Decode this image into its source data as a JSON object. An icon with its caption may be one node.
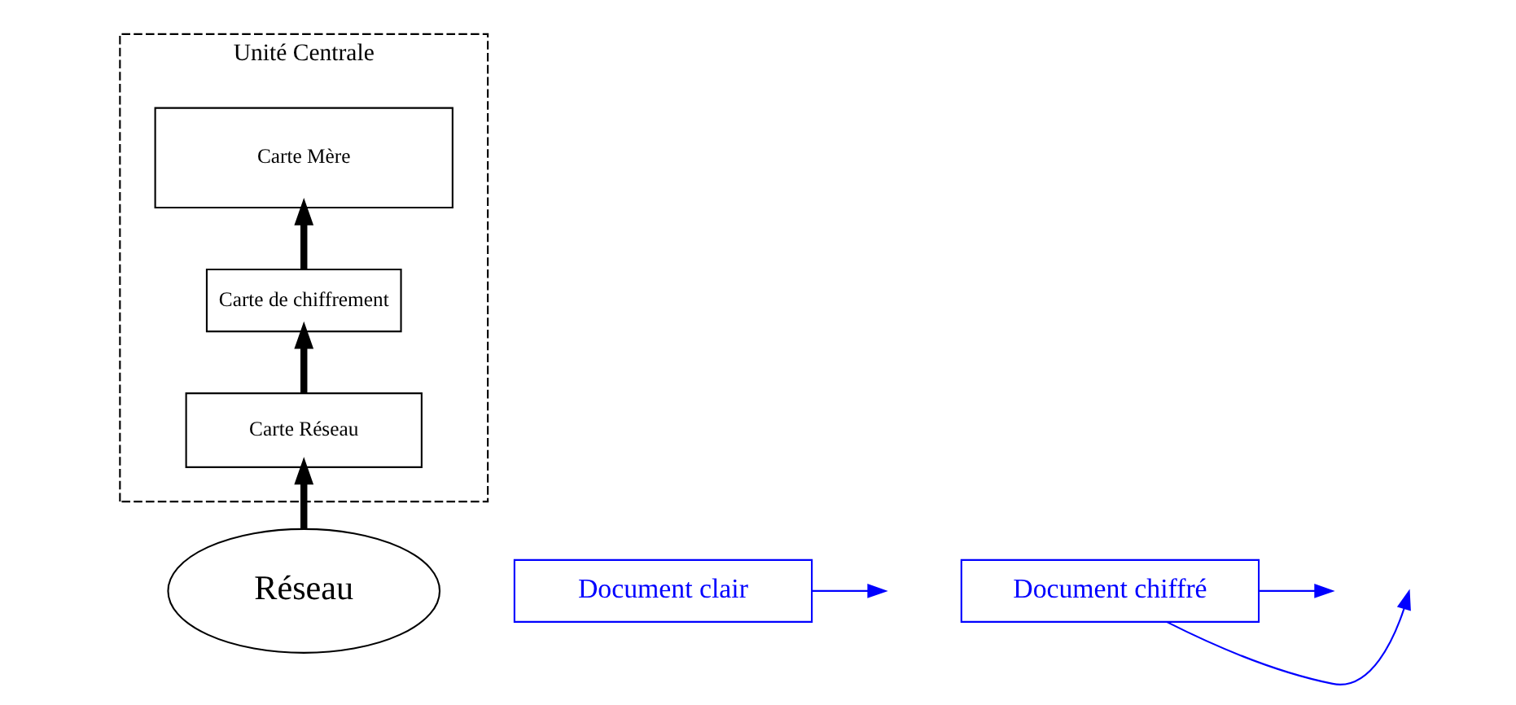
{
  "diagram": {
    "nodes": [
      {
        "text": [
          "Unité Centrale"
        ]
      },
      {
        "text": [
          "Carte Mère"
        ],
        "in": 0
      },
      {
        "text": [
          "Carte de chiffrement"
        ],
        "in": 0
      },
      {
        "text": [
          "Carte Réseau"
        ],
        "in": 0
      },
      {
        "text": [
          "Réseau"
        ]
      },
      {
        "text": [
          "Document clair"
        ]
      },
      {
        "text": [
          "Document chiffré"
        ]
      }
    ],
    "edges": [
      {
        "from": 4,
        "to": 3,
        "arrow": "to",
        "style": "thick"
      },
      {
        "from": 3,
        "to": 2,
        "arrow": "to",
        "style": "thick"
      },
      {
        "from": 2,
        "to": 1,
        "arrow": "to",
        "style": "thick"
      },
      {
        "from": 5,
        "to": null,
        "arrow": "to",
        "color": "#0000ff"
      },
      {
        "from": 6,
        "to": null,
        "arrow": "to",
        "color": "#0000ff"
      },
      {
        "from": 6,
        "to": null,
        "arrow": "to",
        "color": "#0000ff"
      }
    ]
  }
}
